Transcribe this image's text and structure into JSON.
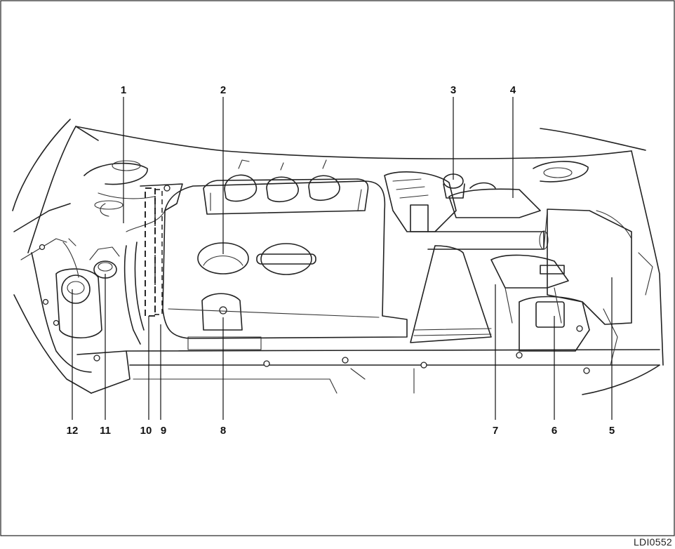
{
  "figure_code": "LDI0552",
  "callouts": [
    {
      "key": "c1",
      "label": "1"
    },
    {
      "key": "c2",
      "label": "2"
    },
    {
      "key": "c3",
      "label": "3"
    },
    {
      "key": "c4",
      "label": "4"
    },
    {
      "key": "c5",
      "label": "5"
    },
    {
      "key": "c6",
      "label": "6"
    },
    {
      "key": "c7",
      "label": "7"
    },
    {
      "key": "c8",
      "label": "8"
    },
    {
      "key": "c9",
      "label": "9"
    },
    {
      "key": "c10",
      "label": "10"
    },
    {
      "key": "c11",
      "label": "11"
    },
    {
      "key": "c12",
      "label": "12"
    }
  ]
}
